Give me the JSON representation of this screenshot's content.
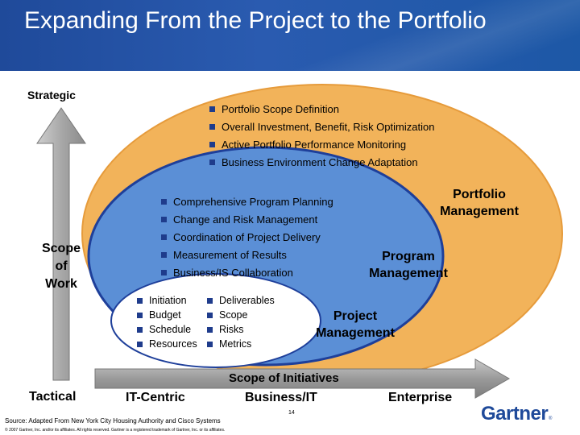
{
  "title": "Expanding From the Project to the Portfolio",
  "labels": {
    "strategic": "Strategic",
    "scope_of_work": [
      "Scope",
      "of",
      "Work"
    ],
    "tactical": "Tactical",
    "scope_of_initiatives": "Scope of Initiatives",
    "it_centric": "IT-Centric",
    "business_it": "Business/IT",
    "enterprise": "Enterprise"
  },
  "portfolio": {
    "label": [
      "Portfolio",
      "Management"
    ],
    "bullets": [
      "Portfolio Scope Definition",
      "Overall Investment, Benefit, Risk Optimization",
      "Active Portfolio Performance Monitoring",
      "Business Environment Change Adaptation"
    ]
  },
  "program": {
    "label": [
      "Program",
      "Management"
    ],
    "bullets": [
      "Comprehensive Program Planning",
      "Change and Risk Management",
      "Coordination of Project Delivery",
      "Measurement of Results",
      "Business/IS Collaboration"
    ]
  },
  "project": {
    "label": [
      "Project",
      "Management"
    ],
    "bullets_left": [
      "Initiation",
      "Budget",
      "Schedule",
      "Resources"
    ],
    "bullets_right": [
      "Deliverables",
      "Scope",
      "Risks",
      "Metrics"
    ]
  },
  "footer": {
    "source": "Source: Adapted From New York City Housing Authority and Cisco Systems",
    "copyright": "© 2007 Gartner, Inc. and/or its affiliates. All rights reserved. Gartner is a registered trademark of Gartner, Inc. or its affiliates.",
    "page_number": "14",
    "logo": "Gartner",
    "logo_mark": "®"
  },
  "colors": {
    "header": "#1f4a9a",
    "portfolio_fill": "#f2b35a",
    "portfolio_stroke": "#e69b3b",
    "program_fill": "#5b8fd6",
    "program_stroke": "#1e3f9a",
    "project_fill": "#ffffff",
    "bullet": "#1f3c8c",
    "arrow": "#9e9e9e"
  }
}
